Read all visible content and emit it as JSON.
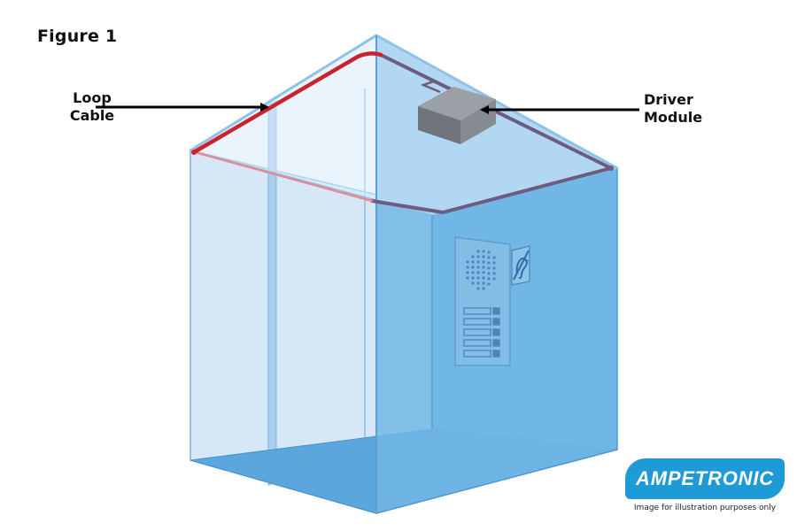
{
  "figure": {
    "title": "Figure 1"
  },
  "callouts": {
    "loop_cable": [
      "Loop",
      "Cable"
    ],
    "driver_module": [
      "Driver",
      "Module"
    ]
  },
  "brand": {
    "name": "AMPETRONIC",
    "disclaimer": "Image for illustration purposes only"
  },
  "colors": {
    "room_blue": "#6fb6e6",
    "loop_cable_red": "#cc2230",
    "brand_blue": "#1e9ad6",
    "driver_module_gray": "#8a8f94"
  },
  "icons": {
    "hearing_loop_sign": "ear-with-loop-icon"
  }
}
